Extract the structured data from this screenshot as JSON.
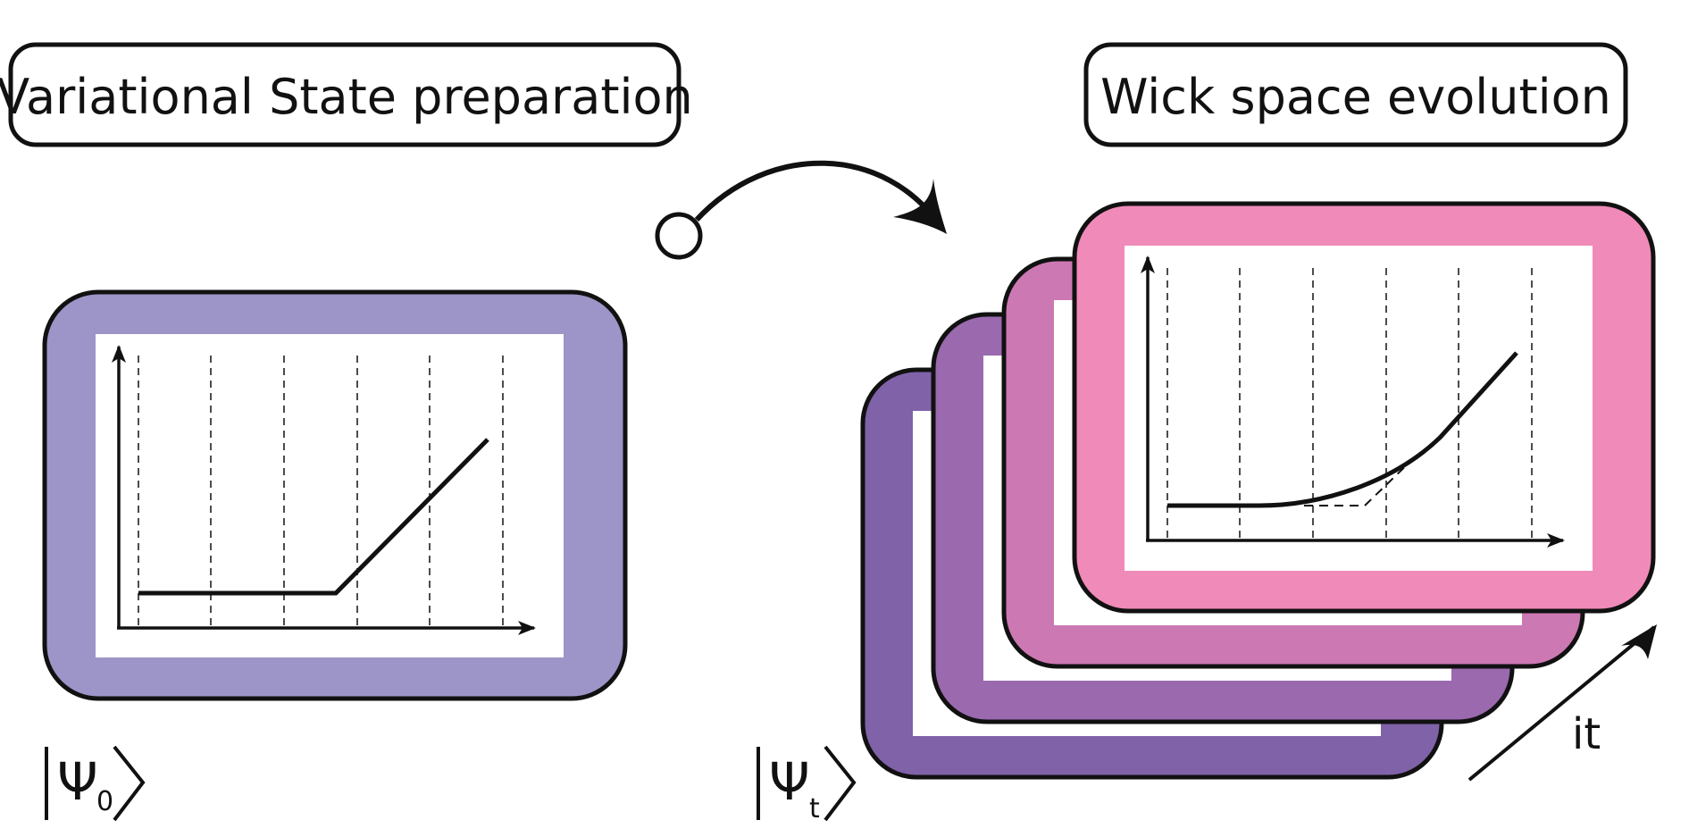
{
  "left_panel": {
    "title": "Variational State preparation",
    "ket_label": "Ψ",
    "ket_subscript": "0",
    "frame_color": "#9d95c8"
  },
  "right_panel": {
    "title": "Wick space evolution",
    "ket_label": "Ψ",
    "ket_subscript": "t",
    "axis_label": "it",
    "frame_colors": [
      "#8062a9",
      "#9a69ae",
      "#cc78b3",
      "#f08ab8"
    ]
  },
  "icons": {
    "transition": "curved-arrow-icon"
  }
}
